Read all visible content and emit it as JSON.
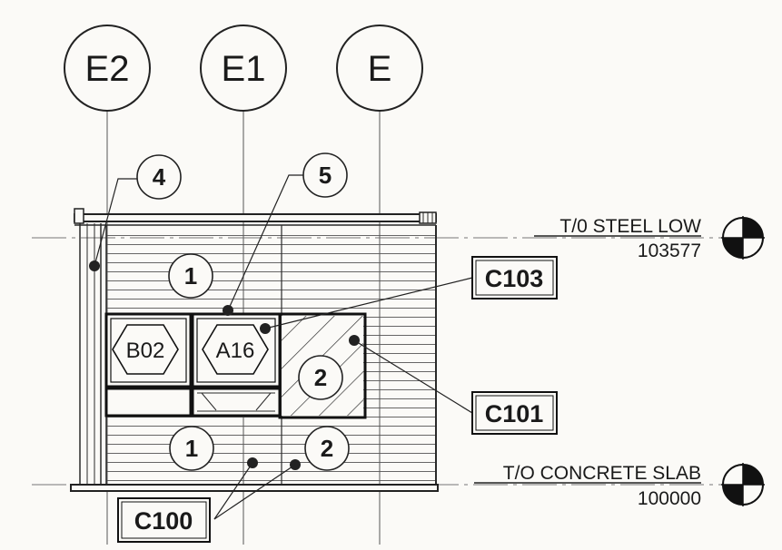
{
  "grid_lines": [
    "E2",
    "E1",
    "E"
  ],
  "keynotes": {
    "k4": "4",
    "k5": "5",
    "k1_upper": "1",
    "k2_mid": "2",
    "k1_lower": "1",
    "k2_lower": "2"
  },
  "hex_tags": {
    "left": "B02",
    "right": "A16"
  },
  "callouts": {
    "c103": "C103",
    "c101": "C101",
    "c100": "C100"
  },
  "levels": {
    "steel": {
      "name": "T/0 STEEL LOW",
      "elevation": "103577"
    },
    "slab": {
      "name": "T/O CONCRETE SLAB",
      "elevation": "100000"
    }
  }
}
